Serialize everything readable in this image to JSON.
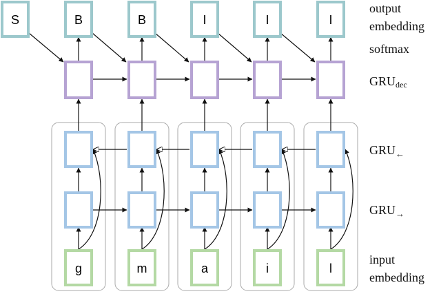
{
  "output": {
    "tokens": [
      "S",
      "B",
      "B",
      "I",
      "I",
      "I"
    ]
  },
  "input": {
    "tokens": [
      "g",
      "m",
      "a",
      "i",
      "l"
    ]
  },
  "labels": {
    "output_embedding_line1": "output",
    "output_embedding_line2": "embedding",
    "softmax": "softmax",
    "gru_dec_main": "GRU",
    "gru_dec_sub": "dec",
    "gru_backward_main": "GRU",
    "gru_backward_arrow": "←",
    "gru_forward_main": "GRU",
    "gru_forward_arrow": "→",
    "input_embedding_line1": "input",
    "input_embedding_line2": "embedding"
  },
  "colors": {
    "output_box": "#9cc8cc",
    "decoder_box": "#b6a3d3",
    "encoder_box": "#a4c6e6",
    "input_box": "#b4d9a4",
    "column_group": "#aaaaaa",
    "arrow": "#111111"
  }
}
